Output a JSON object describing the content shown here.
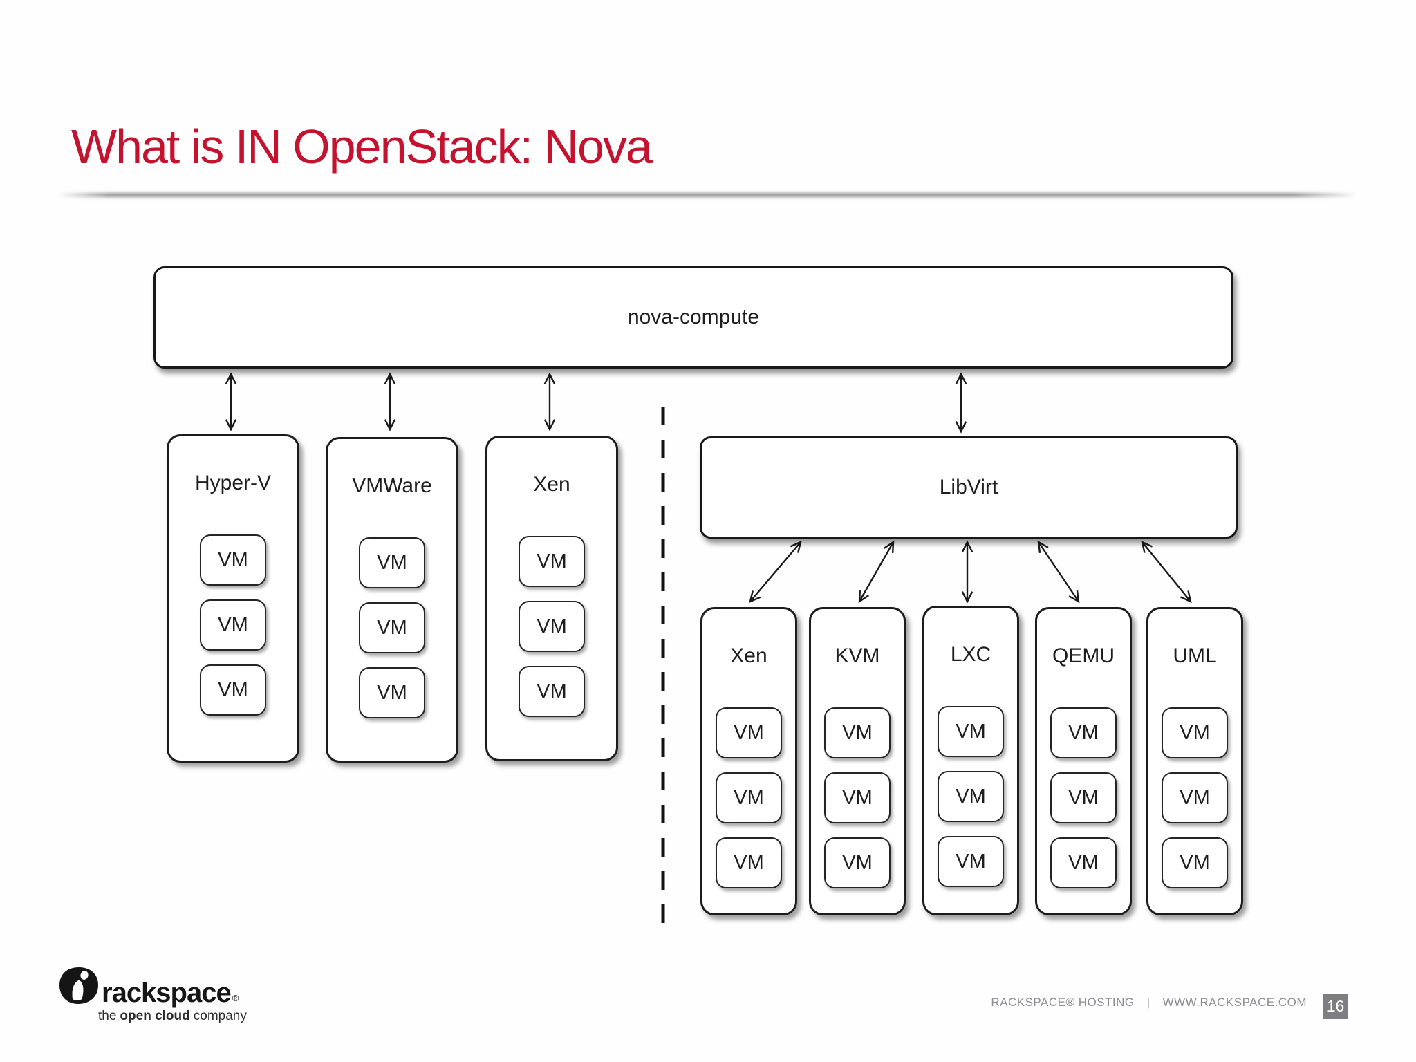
{
  "slide": {
    "title": "What is IN OpenStack: Nova",
    "colors": {
      "title_red": "#C4122F",
      "footer_gray": "#8D8D91",
      "page_box_gray": "#7E7E82"
    },
    "footer": {
      "brand": "rackspace",
      "reg_mark": "®",
      "tagline": {
        "pre": "the",
        "bold": "open cloud",
        "post": "company"
      },
      "right": {
        "hosting": "RACKSPACE® HOSTING",
        "separator": "|",
        "site": "WWW.RACKSPACE.COM"
      },
      "page_number": "16"
    }
  },
  "diagram": {
    "compute_label": "nova-compute",
    "libvirt_label": "LibVirt",
    "vm_label": "VM",
    "left_hypervisors": [
      "Hyper-V",
      "VMWare",
      "Xen"
    ],
    "right_drivers": [
      "Xen",
      "KVM",
      "LXC",
      "QEMU",
      "UML"
    ]
  }
}
